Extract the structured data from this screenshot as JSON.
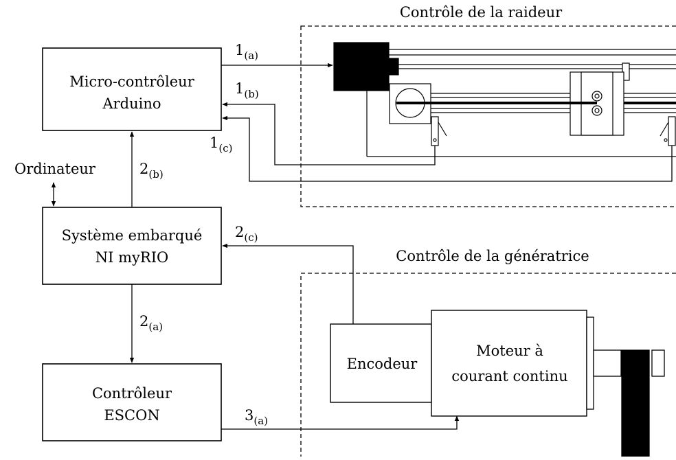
{
  "regions": {
    "raideur_title": "Contrôle de la raideur",
    "generatrice_title": "Contrôle de la génératrice"
  },
  "blocks": {
    "arduino": {
      "line1": "Micro-contrôleur",
      "line2": "Arduino"
    },
    "myrio": {
      "line1": "Système embarqué",
      "line2": "NI myRIO"
    },
    "escon": {
      "line1": "Contrôleur",
      "line2": "ESCON"
    },
    "encodeur": {
      "label": "Encodeur"
    },
    "moteur": {
      "line1": "Moteur à",
      "line2": "courant continu"
    }
  },
  "external": {
    "ordinateur": "Ordinateur"
  },
  "signals": {
    "s1a": {
      "main": "1",
      "sub": "(a)"
    },
    "s1b": {
      "main": "1",
      "sub": "(b)"
    },
    "s1c": {
      "main": "1",
      "sub": "(c)"
    },
    "s2a": {
      "main": "2",
      "sub": "(a)"
    },
    "s2b": {
      "main": "2",
      "sub": "(b)"
    },
    "s2c": {
      "main": "2",
      "sub": "(c)"
    },
    "s3a": {
      "main": "3",
      "sub": "(a)"
    }
  }
}
